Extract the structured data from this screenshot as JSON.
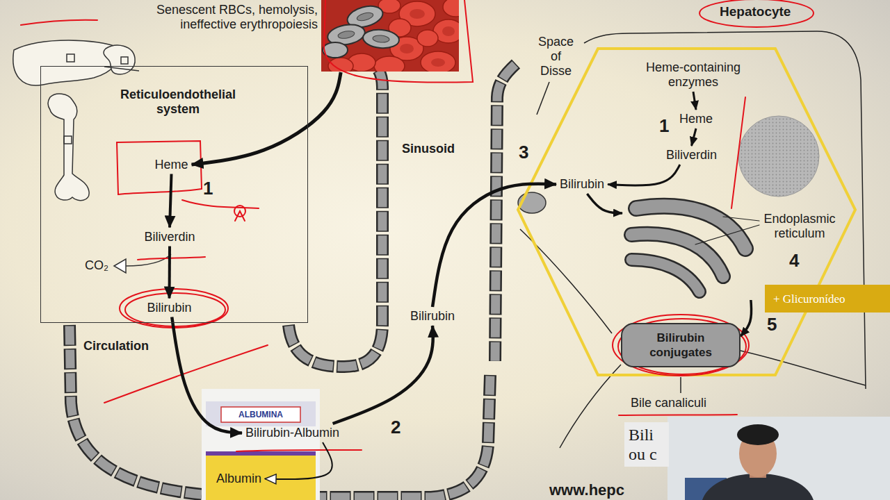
{
  "diagram": {
    "nodes": [
      {
        "text": [
          "Senescent RBCs, hemolysis, ineffective erythropoiesis"
        ]
      },
      {
        "text": [
          "Reticuloendothelial system"
        ]
      },
      {
        "text": [
          "Heme"
        ],
        "in": 1
      },
      {
        "text": [
          "Biliverdin"
        ],
        "in": 1
      },
      {
        "text": [
          "Bilirubin"
        ],
        "in": 1
      },
      {
        "text": [
          "Bilirubin-Albumin"
        ]
      },
      {
        "text": [
          "Albumin"
        ]
      },
      {
        "text": [
          "Bilirubin"
        ]
      },
      {
        "text": [
          "Hepatocyte"
        ]
      },
      {
        "text": [
          "Heme-containing enzymes"
        ],
        "in": 8
      },
      {
        "text": [
          "Heme"
        ],
        "in": 8
      },
      {
        "text": [
          "Biliverdin"
        ],
        "in": 8
      },
      {
        "text": [
          "Bilirubin"
        ],
        "in": 8
      },
      {
        "text": [
          "Endoplasmic reticulum"
        ],
        "in": 8
      },
      {
        "text": [
          "+ Glicuronídeo"
        ]
      },
      {
        "text": [
          "Bilirubin conjugates"
        ],
        "in": 8
      },
      {
        "text": [
          "Bili ou c"
        ]
      }
    ],
    "edges": [
      {
        "from": 0,
        "to": 2,
        "arrow": "to"
      },
      {
        "from": 2,
        "to": 3,
        "arrow": "to"
      },
      {
        "from": 3,
        "to": 4,
        "arrow": "to"
      },
      {
        "from": 4,
        "to": 5,
        "arrow": "to"
      },
      {
        "from": 5,
        "to": 7,
        "arrow": "to"
      },
      {
        "from": 7,
        "to": 12,
        "arrow": "to"
      },
      {
        "from": 5,
        "to": 6,
        "arrow": "to"
      },
      {
        "from": 9,
        "to": 10,
        "arrow": "to"
      },
      {
        "from": 10,
        "to": 11,
        "arrow": "to"
      },
      {
        "from": 11,
        "to": 12,
        "arrow": "to"
      },
      {
        "from": 12,
        "to": 13,
        "arrow": "to"
      },
      {
        "from": 13,
        "to": 15,
        "arrow": "to"
      }
    ],
    "labels": [
      "1",
      "CO₂",
      "Circulation",
      "ALBUMINA",
      "2",
      "Sinusoid",
      "3",
      "Space of Disse",
      "1",
      "4",
      "5",
      "Bile canaliculi",
      "www.hepc"
    ]
  }
}
